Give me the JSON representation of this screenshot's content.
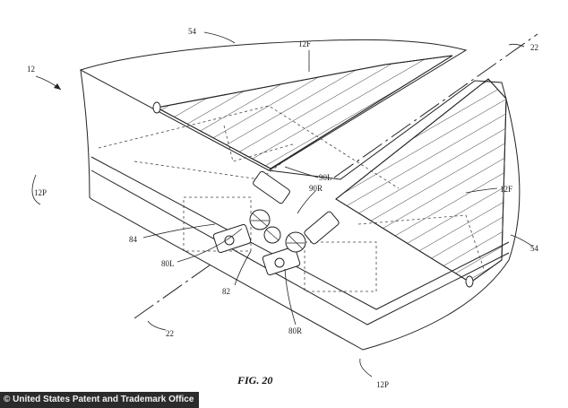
{
  "figure": {
    "caption": "FIG. 20",
    "labels": {
      "l12": "12",
      "l54_top": "54",
      "l12F_top": "12F",
      "l22_top": "22",
      "l90L": "90L",
      "l90R": "90R",
      "l12F_right": "12F",
      "l12P_left": "12P",
      "l84": "84",
      "l54_right": "54",
      "l80L": "80L",
      "l82": "82",
      "l80R": "80R",
      "l22_bottom": "22",
      "l12P_bottom": "12P"
    }
  },
  "credit": {
    "text": "© United States Patent and Trademark Office"
  }
}
